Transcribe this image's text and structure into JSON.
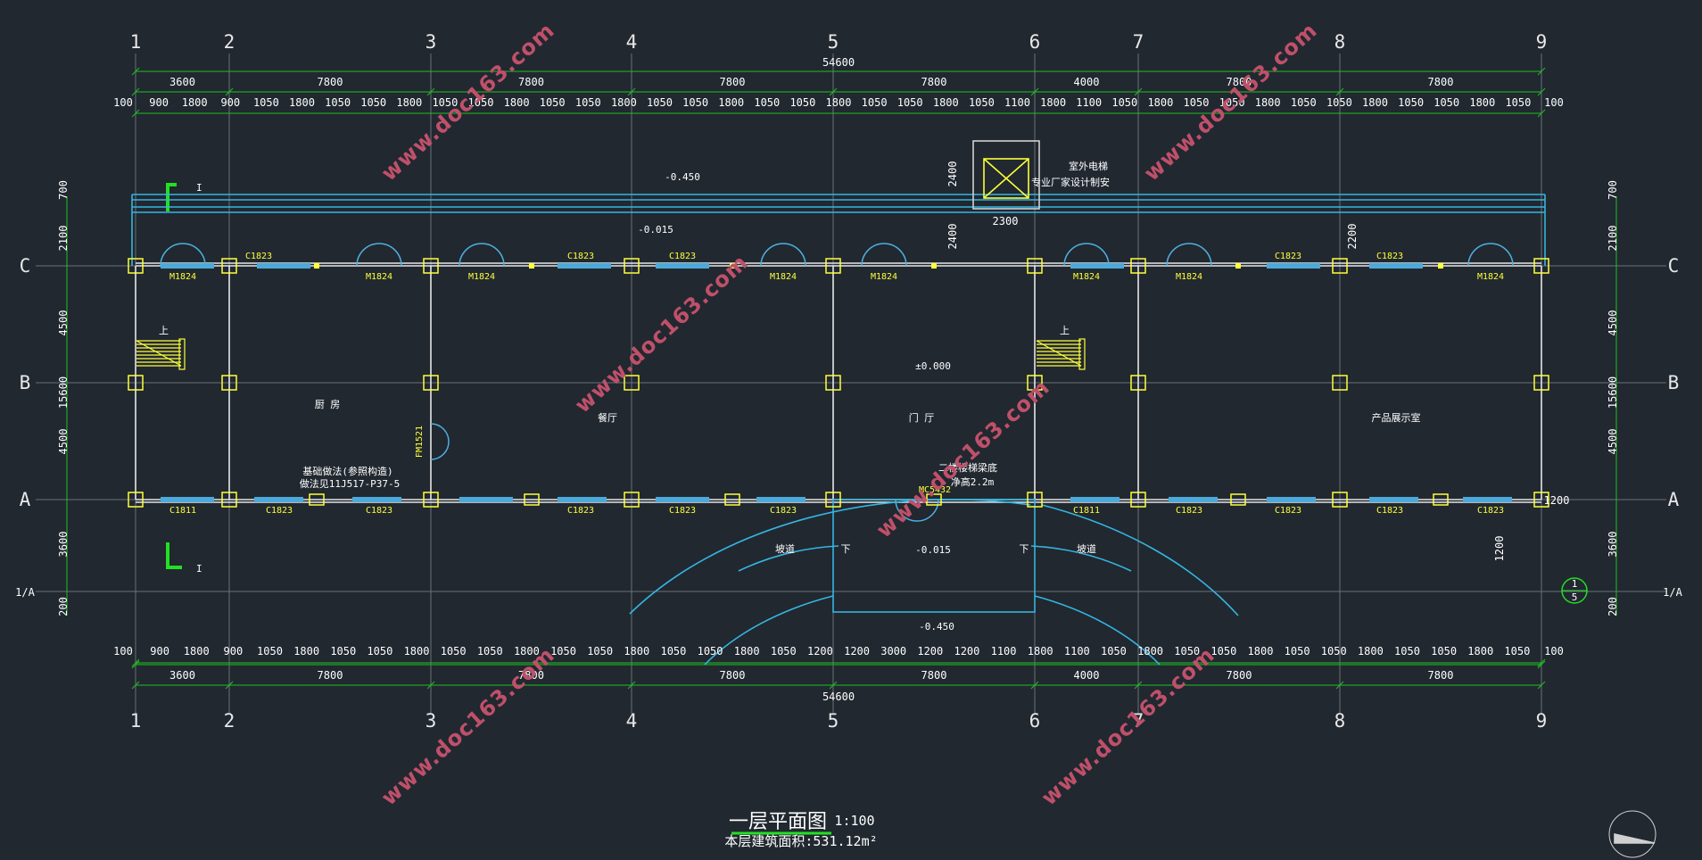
{
  "axes": {
    "numbers": [
      "1",
      "2",
      "3",
      "4",
      "5",
      "6",
      "7",
      "8",
      "9"
    ],
    "letters": [
      "C",
      "B",
      "A"
    ],
    "sub_axis": "1/A"
  },
  "dimensions": {
    "total": "54600",
    "top_bays": [
      "3600",
      "7800",
      "7800",
      "7800",
      "7800",
      "4000",
      "7800",
      "7800"
    ],
    "bottom_bays": [
      "3600",
      "7800",
      "7800",
      "7800",
      "7800",
      "4000",
      "7800",
      "7800"
    ],
    "top_detail": [
      "100",
      "900",
      "1800",
      "900",
      "1050",
      "1800",
      "1050",
      "1050",
      "1800",
      "1050",
      "1050",
      "1800",
      "1050",
      "1050",
      "1800",
      "1050",
      "1050",
      "1800",
      "1050",
      "1050",
      "1800",
      "1050",
      "1050",
      "1800",
      "1050",
      "1100",
      "1800",
      "1100",
      "1050",
      "1800",
      "1050",
      "1050",
      "1800",
      "1050",
      "1050",
      "1800",
      "1050",
      "1050",
      "1800",
      "1050",
      "100"
    ],
    "bottom_detail": [
      "100",
      "900",
      "1800",
      "900",
      "1050",
      "1800",
      "1050",
      "1050",
      "1800",
      "1050",
      "1050",
      "1800",
      "1050",
      "1050",
      "1800",
      "1050",
      "1050",
      "1800",
      "1050",
      "1200",
      "1200",
      "3000",
      "1200",
      "1200",
      "1100",
      "1800",
      "1100",
      "1050",
      "1800",
      "1050",
      "1050",
      "1800",
      "1050",
      "1050",
      "1800",
      "1050",
      "1050",
      "1800",
      "1050",
      "100"
    ],
    "left_vertical": [
      "700",
      "2100",
      "4500",
      "15600",
      "4500",
      "3600",
      "200"
    ],
    "right_vertical": [
      "700",
      "2100",
      "4500",
      "15600",
      "4500",
      "3600",
      "200"
    ],
    "stair_core_w": "2300",
    "stair_core_h1": "2400",
    "stair_core_h2": "2400",
    "right_v": "2200",
    "door_right_w": "1200",
    "door_right_h": "1200"
  },
  "labels": {
    "window_c1823": "C1823",
    "window_c1811": "C1811",
    "door_m1824": "M1824",
    "door_fm": "FM1521",
    "door_mc": "MC5432",
    "elev_top": "-0.450",
    "elev_corridor": "-0.015",
    "elev_floor": "±0.000",
    "elev_porch": "-0.015",
    "elev_ground": "-0.450",
    "stair_up": "上",
    "ramp_down": "下",
    "ramp_label": "坡道",
    "room_kitchen": "厨 房",
    "room_dining": "餐厅",
    "room_lobby": "门 厅",
    "room_show": "产品展示室",
    "note_elevator_1": "室外电梯",
    "note_elevator_2": "专业厂家设计制安",
    "note_standard_1": "基础做法(参照构造)",
    "note_standard_2": "做法见11J517-P37-5",
    "note_stair_1": "二楼楼梯梁底",
    "note_stair_2": "净高2.2m",
    "section_mark": "I",
    "detail_num": "1",
    "detail_sheet": "5"
  },
  "watermark": "www.doc163.com",
  "title": {
    "main": "一层平面图",
    "scale": "1:100",
    "area": "本层建筑面积:531.12m²"
  },
  "colors": {
    "background": "#212830",
    "wall": "#e8e8e8",
    "dim_line": "#1fbf1f",
    "column": "#ffff3a",
    "window": "#4da9d9",
    "grid": "#8a8f94",
    "watermark": "#c0506a"
  }
}
